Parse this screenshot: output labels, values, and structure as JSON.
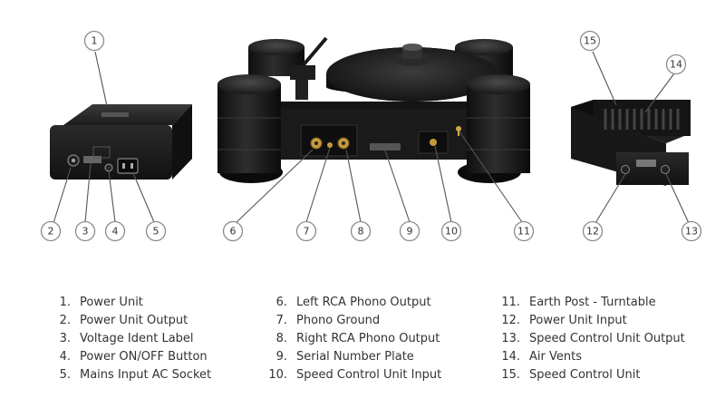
{
  "callouts": [
    {
      "number": "1",
      "label": "Power Unit"
    },
    {
      "number": "2",
      "label": "Power Unit Output"
    },
    {
      "number": "3",
      "label": "Voltage Ident Label"
    },
    {
      "number": "4",
      "label": "Power ON/OFF Button"
    },
    {
      "number": "5",
      "label": "Mains Input AC Socket"
    },
    {
      "number": "6",
      "label": "Left RCA Phono Output"
    },
    {
      "number": "7",
      "label": "Phono Ground"
    },
    {
      "number": "8",
      "label": "Right RCA Phono Output"
    },
    {
      "number": "9",
      "label": "Serial Number Plate"
    },
    {
      "number": "10",
      "label": "Speed Control Unit Input"
    },
    {
      "number": "11",
      "label": "Earth Post - Turntable"
    },
    {
      "number": "12",
      "label": "Power Unit Input"
    },
    {
      "number": "13",
      "label": "Speed Control Unit Output"
    },
    {
      "number": "14",
      "label": "Air Vents"
    },
    {
      "number": "15",
      "label": "Speed Control Unit"
    }
  ],
  "legend_columns": [
    [
      {
        "num": "1.",
        "text": "Power Unit"
      },
      {
        "num": "2.",
        "text": "Power Unit Output"
      },
      {
        "num": "3.",
        "text": "Voltage Ident Label"
      },
      {
        "num": "4.",
        "text": "Power ON/OFF Button"
      },
      {
        "num": "5.",
        "text": "Mains Input AC Socket"
      }
    ],
    [
      {
        "num": "6.",
        "text": "Left RCA Phono Output"
      },
      {
        "num": "7.",
        "text": "Phono Ground"
      },
      {
        "num": "8.",
        "text": "Right RCA Phono Output"
      },
      {
        "num": "9.",
        "text": "Serial Number Plate"
      },
      {
        "num": "10.",
        "text": "Speed Control Unit Input"
      }
    ],
    [
      {
        "num": "11.",
        "text": "Earth Post - Turntable"
      },
      {
        "num": "12.",
        "text": "Power Unit Input"
      },
      {
        "num": "13.",
        "text": "Speed Control Unit Output"
      },
      {
        "num": "14.",
        "text": "Air Vents"
      },
      {
        "num": "15.",
        "text": "Speed Control Unit"
      }
    ]
  ]
}
